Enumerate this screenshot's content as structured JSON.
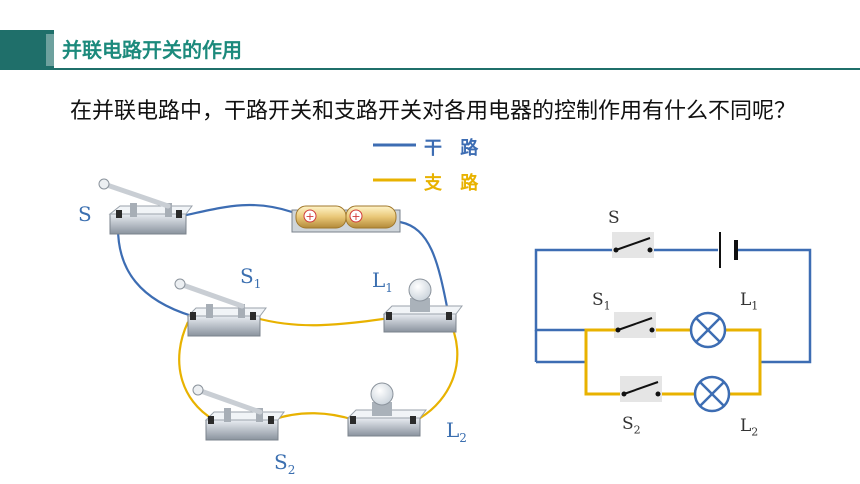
{
  "header": {
    "title": "并联电路开关的作用"
  },
  "question": {
    "text": "在并联电路中，干路开关和支路开关对各用电器的控制作用有什么不同呢？"
  },
  "legend": {
    "items": [
      {
        "label": "干 路",
        "color": "#3d6db3"
      },
      {
        "label": "支 路",
        "color": "#e8b200"
      }
    ]
  },
  "photo_labels": {
    "s": "S",
    "s1": "S",
    "s1_sub": "1",
    "s2": "S",
    "s2_sub": "2",
    "l1": "L",
    "l1_sub": "1",
    "l2": "L",
    "l2_sub": "2"
  },
  "schematic_labels": {
    "s": "S",
    "s1": "S",
    "s1_sub": "1",
    "s2": "S",
    "s2_sub": "2",
    "l1": "L",
    "l1_sub": "1",
    "l2": "L",
    "l2_sub": "2"
  },
  "colors": {
    "title_block": "#1f6f6a",
    "title_text": "#1c8a7c",
    "main_wire": "#3d6db3",
    "branch_wire": "#e8b200"
  }
}
